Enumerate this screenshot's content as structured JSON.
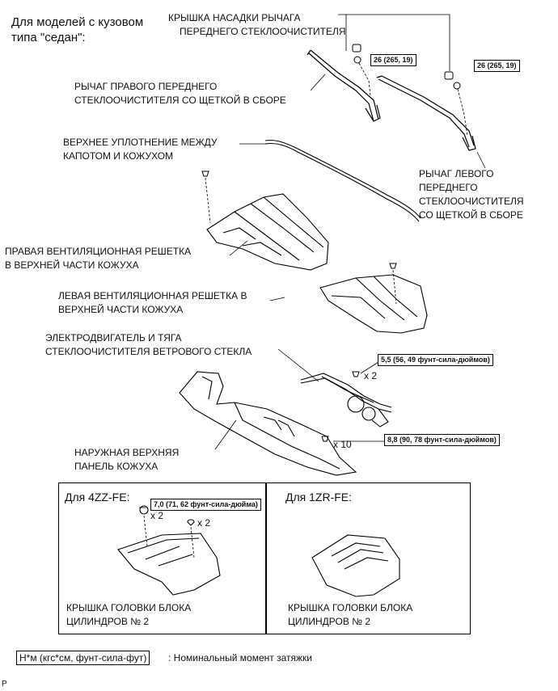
{
  "header": {
    "line1": "Для моделей с кузовом",
    "line2": "типа \"седан\":"
  },
  "labels": {
    "wiper_cap_1": "КРЫШКА НАСАДКИ РЫЧАГА",
    "wiper_cap_2": "ПЕРЕДНЕГО СТЕКЛООЧИСТИТЕЛЯ",
    "right_arm_1": "РЫЧАГ ПРАВОГО ПЕРЕДНЕГО",
    "right_arm_2": "СТЕКЛООЧИСТИТЕЛЯ СО ЩЕТКОЙ В СБОРЕ",
    "seal_1": "ВЕРХНЕЕ УПЛОТНЕНИЕ МЕЖДУ",
    "seal_2": "КАПОТОМ И КОЖУХОМ",
    "left_arm_1": "РЫЧАГ ЛЕВОГО",
    "left_arm_2": "ПЕРЕДНЕГО",
    "left_arm_3": "СТЕКЛООЧИСТИТЕЛЯ",
    "left_arm_4": "СО ЩЕТКОЙ В СБОРЕ",
    "right_grille_1": "ПРАВАЯ ВЕНТИЛЯЦИОННАЯ РЕШЕТКА",
    "right_grille_2": "В ВЕРХНЕЙ ЧАСТИ КОЖУХА",
    "left_grille_1": "ЛЕВАЯ ВЕНТИЛЯЦИОННАЯ РЕШЕТКА В",
    "left_grille_2": "ВЕРХНЕЙ ЧАСТИ КОЖУХА",
    "motor_1": "ЭЛЕКТРОДВИГАТЕЛЬ И ТЯГА",
    "motor_2": "СТЕКЛООЧИСТИТЕЛЯ ВЕТРОВОГО СТЕКЛА",
    "outer_panel_1": "НАРУЖНАЯ ВЕРХНЯЯ",
    "outer_panel_2": "ПАНЕЛЬ КОЖУХА",
    "cover_4zz_1": "КРЫШКА ГОЛОВКИ БЛОКА",
    "cover_4zz_2": "ЦИЛИНДРОВ № 2",
    "cover_1zr_1": "КРЫШКА ГОЛОВКИ БЛОКА",
    "cover_1zr_2": "ЦИЛИНДРОВ № 2"
  },
  "torques": {
    "t1": "26 (265, 19)",
    "t2": "26 (265, 19)",
    "t3": "5,5 (56, 49 фунт-сила-дюймов)",
    "t4": "8,8 (90, 78 фунт-сила-дюймов)",
    "t5": "7,0 (71, 62 фунт-сила-дюйма)"
  },
  "counts": {
    "c1": "x 2",
    "c2": "x 10",
    "c3": "x 2",
    "c4": "x 2"
  },
  "panels": {
    "left_title": "Для 4ZZ-FE:",
    "right_title": "Для 1ZR-FE:"
  },
  "legend": {
    "box": "Н*м (кгс*см, фунт-сила-фут)",
    "text": ": Номинальный момент затяжки"
  },
  "corner_mark": "P"
}
